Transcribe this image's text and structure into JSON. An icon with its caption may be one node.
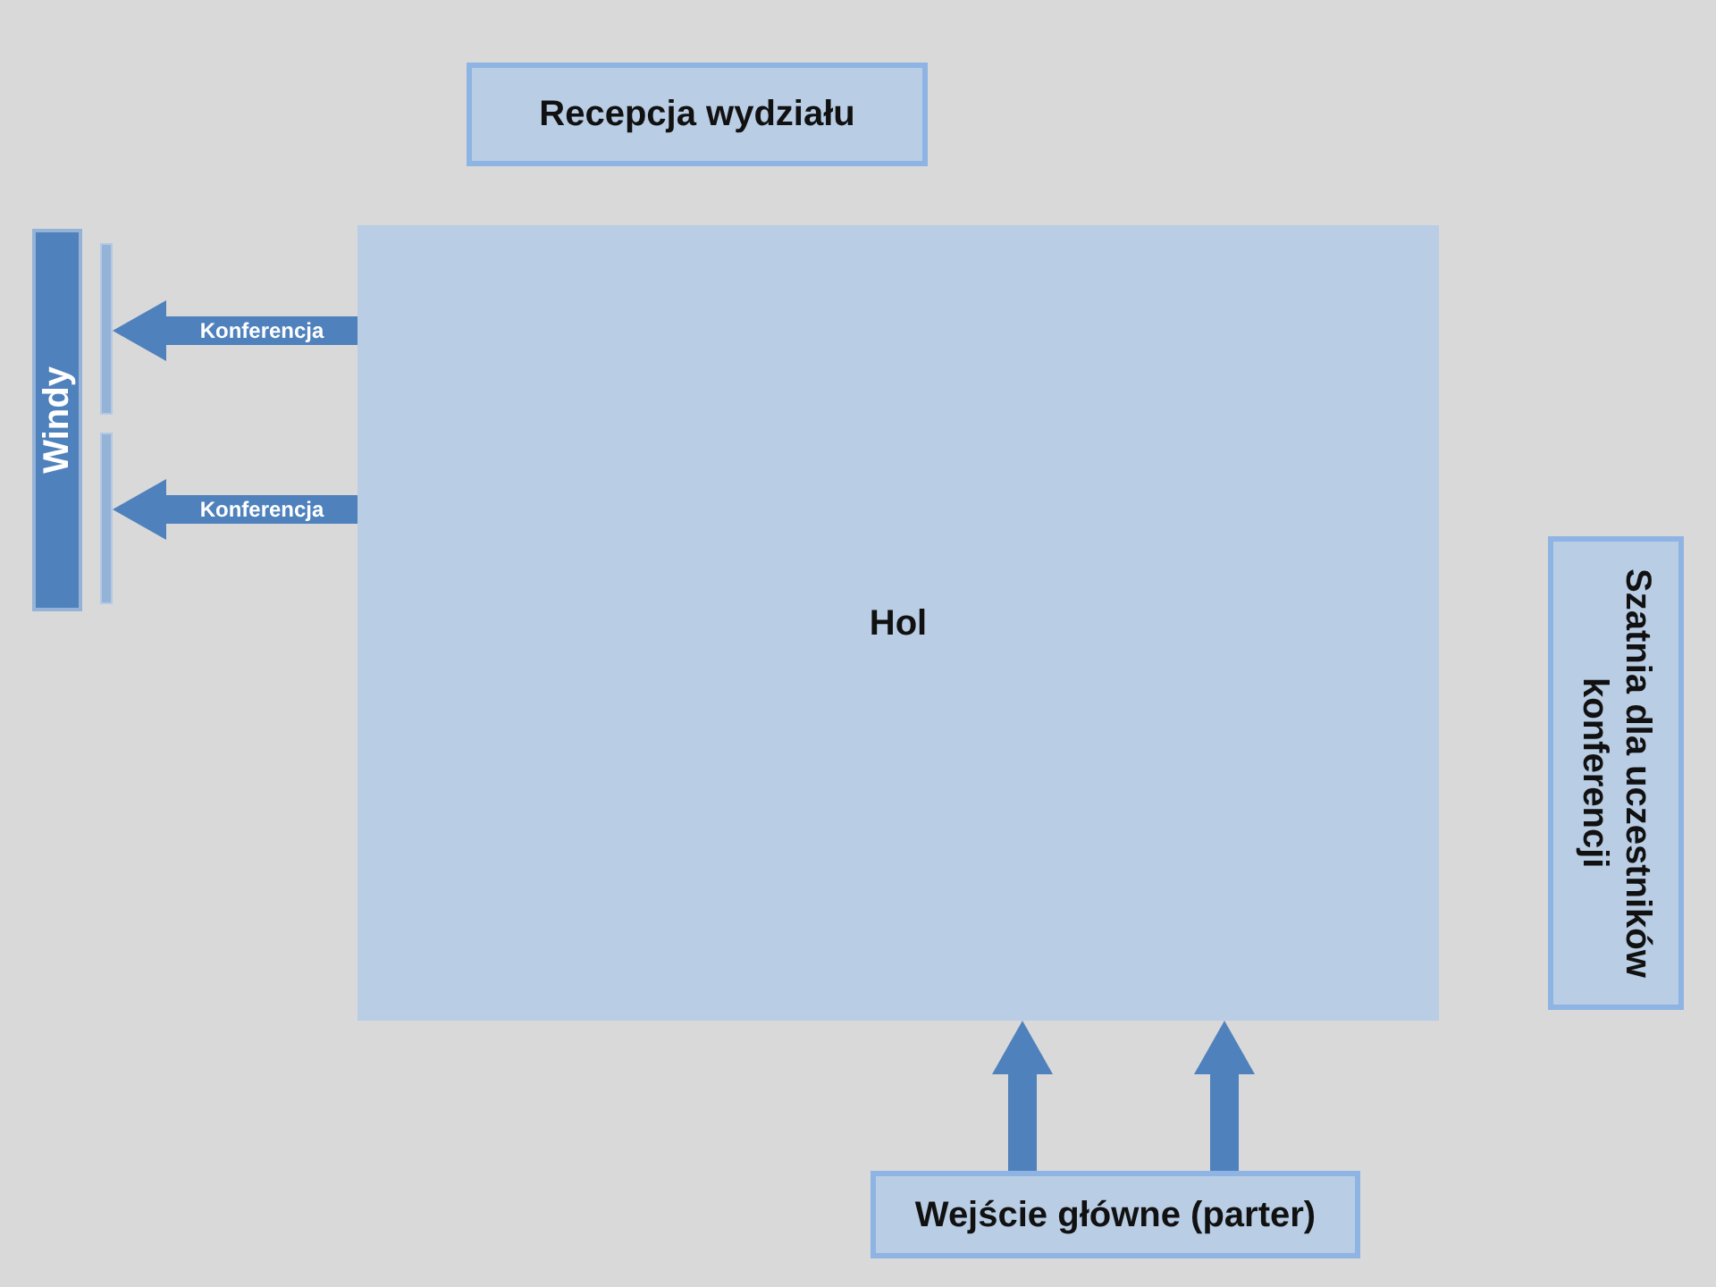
{
  "diagram": {
    "nodes": [
      {
        "text": [
          "Recepcja wydziału"
        ]
      },
      {
        "text": [
          "Windy"
        ]
      },
      {
        "text": [],
        "shape": "bar"
      },
      {
        "text": [],
        "shape": "bar"
      },
      {
        "text": [
          "Hol"
        ]
      },
      {
        "text": [
          "Szatnia dla uczestników konferencji"
        ]
      },
      {
        "text": [
          "Wejście główne (parter)"
        ]
      }
    ],
    "edges": [
      {
        "from": 4,
        "to": 2,
        "arrow": "to",
        "label": "Konferencja"
      },
      {
        "from": 4,
        "to": 3,
        "arrow": "to",
        "label": "Konferencja"
      },
      {
        "from": 6,
        "to": 4,
        "arrow": "to"
      },
      {
        "from": 6,
        "to": 4,
        "arrow": "to"
      }
    ]
  }
}
